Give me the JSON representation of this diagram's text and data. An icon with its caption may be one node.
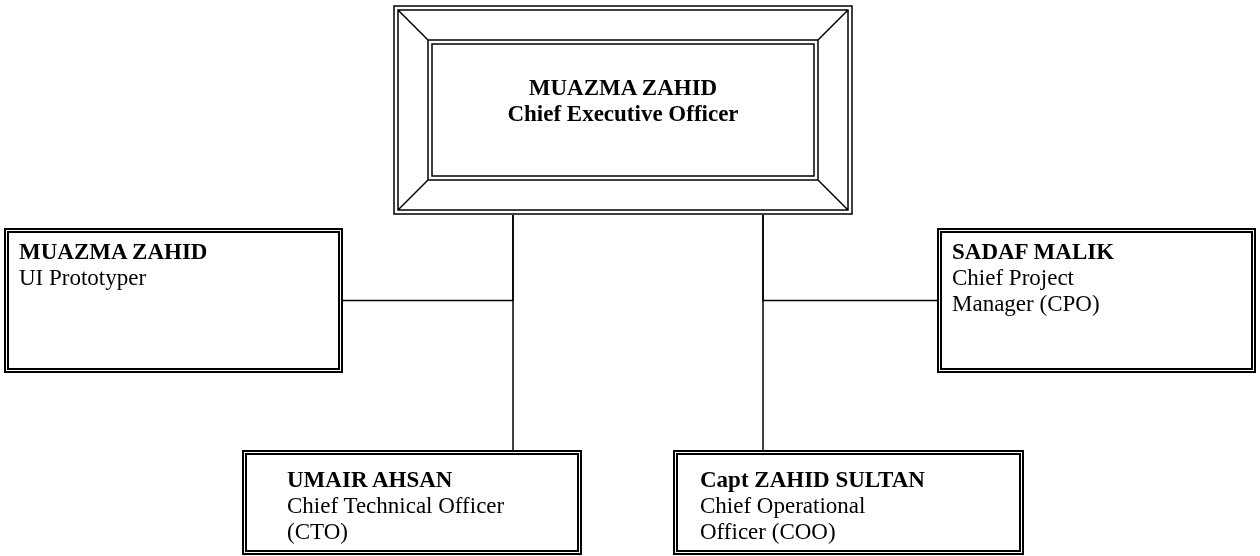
{
  "diagram": {
    "nodes": [
      {
        "text": [
          "MUAZMA ZAHID",
          "Chief Executive Officer"
        ]
      },
      {
        "text": [
          "MUAZMA ZAHID",
          "UI Prototyper"
        ]
      },
      {
        "text": [
          "SADAF MALIK",
          "Chief Project Manager (CPO)"
        ]
      },
      {
        "text": [
          "UMAIR AHSAN",
          "Chief Technical Officer (CTO)"
        ]
      },
      {
        "text": [
          "Capt ZAHID SULTAN",
          "Chief Operational Officer (COO)"
        ]
      }
    ],
    "edges": [
      {
        "from": 0,
        "to": 1,
        "arrow": "none"
      },
      {
        "from": 0,
        "to": 3,
        "arrow": "none"
      },
      {
        "from": 0,
        "to": 2,
        "arrow": "none"
      },
      {
        "from": 0,
        "to": 4,
        "arrow": "none"
      }
    ]
  }
}
